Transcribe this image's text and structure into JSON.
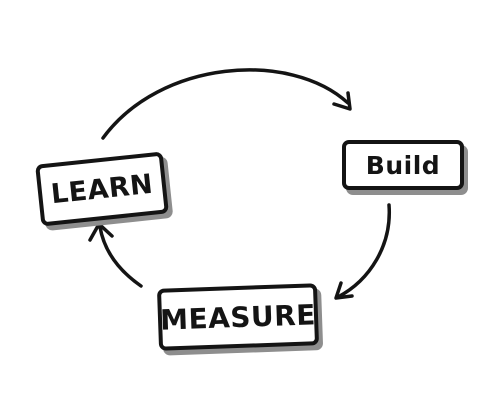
{
  "diagram": {
    "nodes": [
      {
        "id": "learn",
        "label": "LEARN"
      },
      {
        "id": "build",
        "label": "Build"
      },
      {
        "id": "measure",
        "label": "MEASURE"
      }
    ],
    "edges": [
      {
        "from": "learn",
        "to": "build"
      },
      {
        "from": "build",
        "to": "measure"
      },
      {
        "from": "measure",
        "to": "learn"
      }
    ],
    "colors": {
      "ink": "#141414",
      "shadow": "#8e8e8e",
      "background": "#ffffff"
    }
  }
}
